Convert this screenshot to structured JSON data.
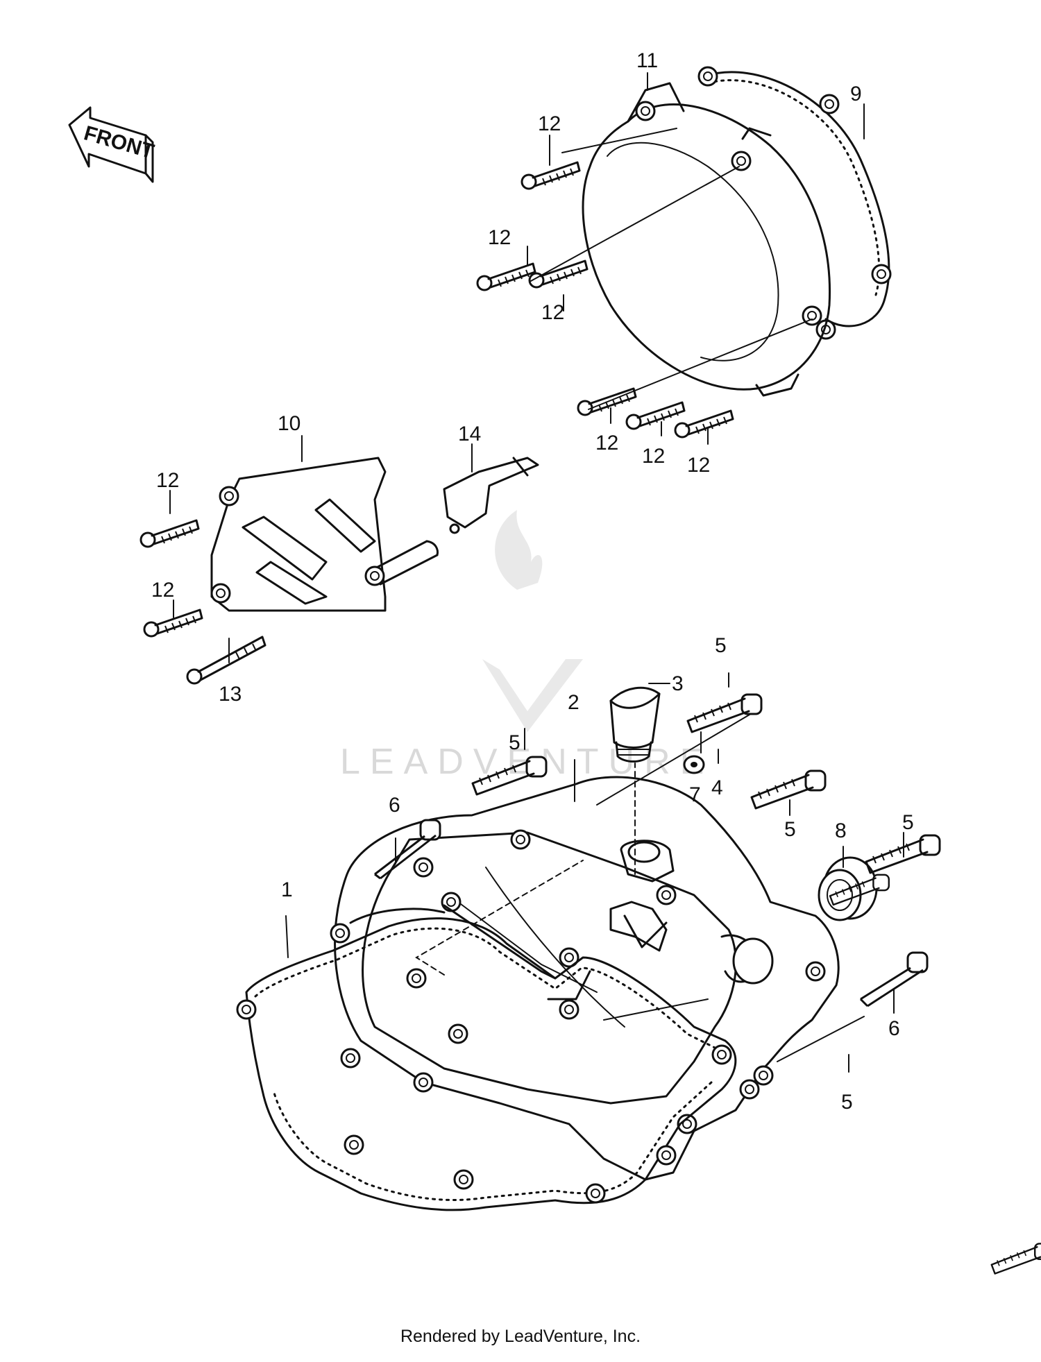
{
  "front_marker": "FRONT",
  "watermark": "LEADVENTURE",
  "footer": "Rendered by LeadVenture, Inc.",
  "callouts": {
    "c1": "1",
    "c2": "2",
    "c3": "3",
    "c4": "4",
    "c5a": "5",
    "c5b": "5",
    "c5c": "5",
    "c5d": "5",
    "c5e": "5",
    "c6a": "6",
    "c6b": "6",
    "c7": "7",
    "c8": "8",
    "c9": "9",
    "c10": "10",
    "c11": "11",
    "c12a": "12",
    "c12b": "12",
    "c12c": "12",
    "c12d": "12",
    "c12e": "12",
    "c12f": "12",
    "c12g": "12",
    "c12h": "12",
    "c13": "13",
    "c14": "14"
  }
}
